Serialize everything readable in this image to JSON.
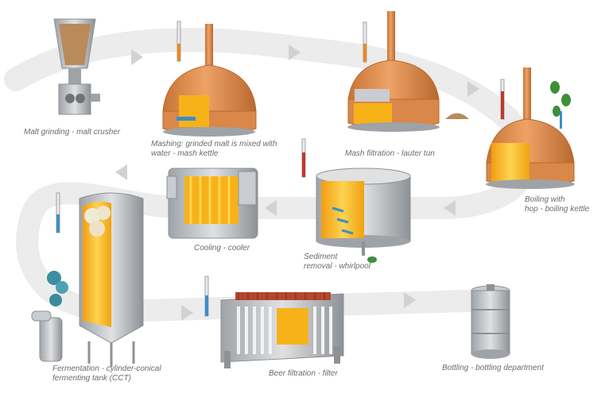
{
  "steps": [
    {
      "id": "malt-grinding",
      "label": "Malt grinding - malt crusher"
    },
    {
      "id": "mashing",
      "label": "Mashing: grinded malt is mixed with\nwater - mash kettle"
    },
    {
      "id": "mash-filtration",
      "label": "Mash filtration - lauter tun"
    },
    {
      "id": "boiling",
      "label": "Boiling with\nhop - boiling kettle"
    },
    {
      "id": "sediment-removal",
      "label": "Sediment\nremoval - whirlpool"
    },
    {
      "id": "cooling",
      "label": "Cooling - cooler"
    },
    {
      "id": "fermentation",
      "label": "Fermentation - cylinder-conical\nfermenting tank (CCT)"
    },
    {
      "id": "beer-filtration",
      "label": "Beer filtration - filter"
    },
    {
      "id": "bottling",
      "label": "Bottling - bottling department"
    }
  ],
  "colors": {
    "band": "#ececec",
    "arrow": "#d2d2d2",
    "copper": "#d9884a",
    "copper_dark": "#b8692f",
    "steel": "#b9bcc0",
    "steel_dark": "#8e9195",
    "liquid": "#f7b219",
    "liquid_light": "#fcd450",
    "malt": "#b98a5a",
    "hop": "#3f8f3a",
    "thermo_red": "#c0392b",
    "thermo_orange": "#e88a1c",
    "thermo_blue": "#3b8fc6",
    "caption": "#6b6b6b"
  },
  "icons": [
    "malt-crusher-icon",
    "mash-kettle-icon",
    "lauter-tun-icon",
    "boiling-kettle-icon",
    "whirlpool-icon",
    "cooler-icon",
    "fermenting-tank-icon",
    "beer-filter-icon",
    "keg-icon",
    "thermometer-icon",
    "hop-icon",
    "flow-arrow-icon"
  ]
}
